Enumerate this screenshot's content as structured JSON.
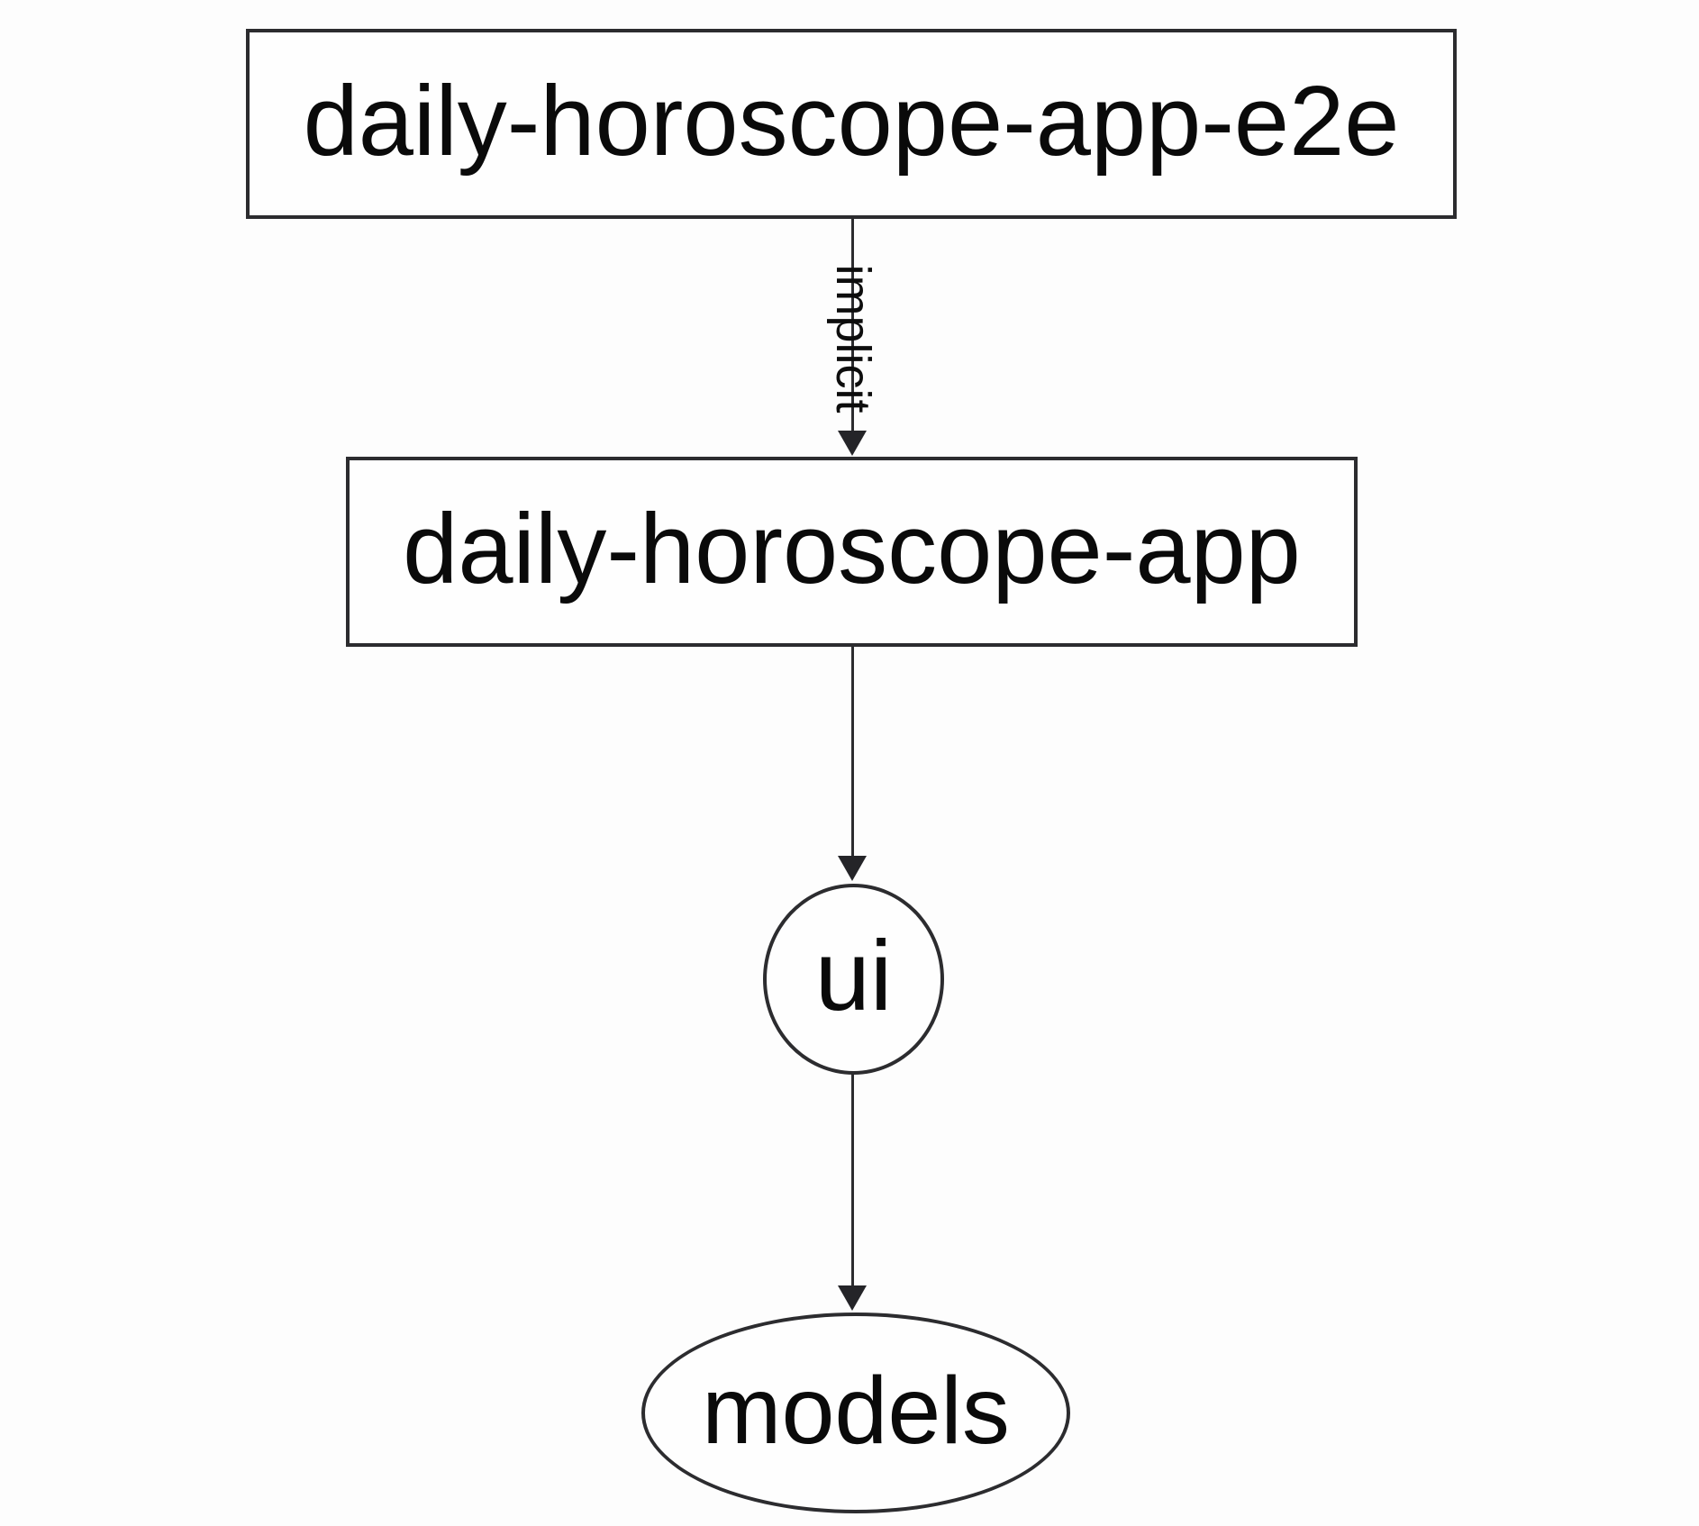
{
  "diagram": {
    "type": "dependency-graph",
    "nodes": [
      {
        "id": "daily-horoscope-app-e2e",
        "label": "daily-horoscope-app-e2e",
        "shape": "rectangle"
      },
      {
        "id": "daily-horoscope-app",
        "label": "daily-horoscope-app",
        "shape": "rectangle"
      },
      {
        "id": "ui",
        "label": "ui",
        "shape": "circle"
      },
      {
        "id": "models",
        "label": "models",
        "shape": "ellipse"
      }
    ],
    "edges": [
      {
        "from": "daily-horoscope-app-e2e",
        "to": "daily-horoscope-app",
        "label": "implicit",
        "direction": "down"
      },
      {
        "from": "daily-horoscope-app",
        "to": "ui",
        "label": "",
        "direction": "down"
      },
      {
        "from": "ui",
        "to": "models",
        "label": "",
        "direction": "down"
      }
    ],
    "colors": {
      "background": "#fdfdfd",
      "node_fill": "#fefefe",
      "stroke": "#2c2c2f",
      "text": "#0a0a0a"
    }
  }
}
